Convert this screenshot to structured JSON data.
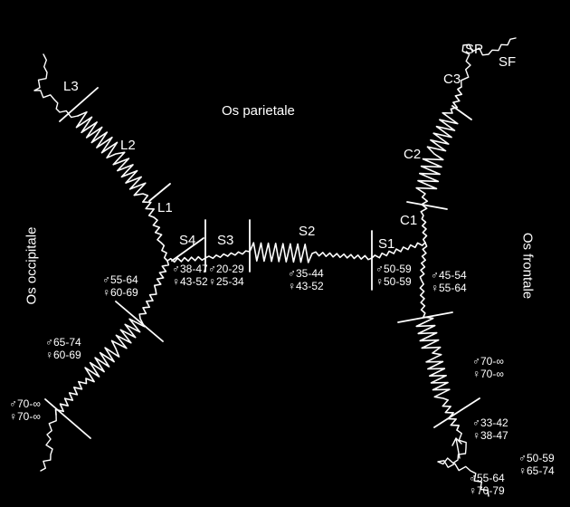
{
  "bones": {
    "parietale": "Os parietale",
    "occipitale": "Os occipitale",
    "frontale": "Os frontale"
  },
  "segments": {
    "L1": "L1",
    "L2": "L2",
    "L3": "L3",
    "S1": "S1",
    "S2": "S2",
    "S3": "S3",
    "S4": "S4",
    "C1": "C1",
    "C2": "C2",
    "C3": "C3",
    "SP": "SP",
    "SF": "SF"
  },
  "ages": {
    "s4_m": "♂38-47",
    "s4_f": "♀43-52",
    "s3_m": "♂20-29",
    "s3_f": "♀25-34",
    "s2_m": "♂35-44",
    "s2_f": "♀43-52",
    "s1_m": "♂50-59",
    "s1_f": "♀50-59",
    "c1_m": "♂45-54",
    "c1_f": "♀55-64",
    "l1_m": "♂55-64",
    "l1_f": "♀60-69",
    "l2_m": "♂65-74",
    "l2_f": "♀60-69",
    "l3_m": "♂70-∞",
    "l3_f": "♀70-∞",
    "c2_m": "♂70-∞",
    "c2_f": "♀70-∞",
    "c3_m": "♂33-42",
    "c3_f": "♀38-47",
    "sp_m": "♂50-59",
    "sp_f": "♀65-74",
    "sf_m": "♂55-64",
    "sf_f": "♀70-79"
  },
  "colors": {
    "background": "#000000",
    "ink": "#ffffff"
  }
}
